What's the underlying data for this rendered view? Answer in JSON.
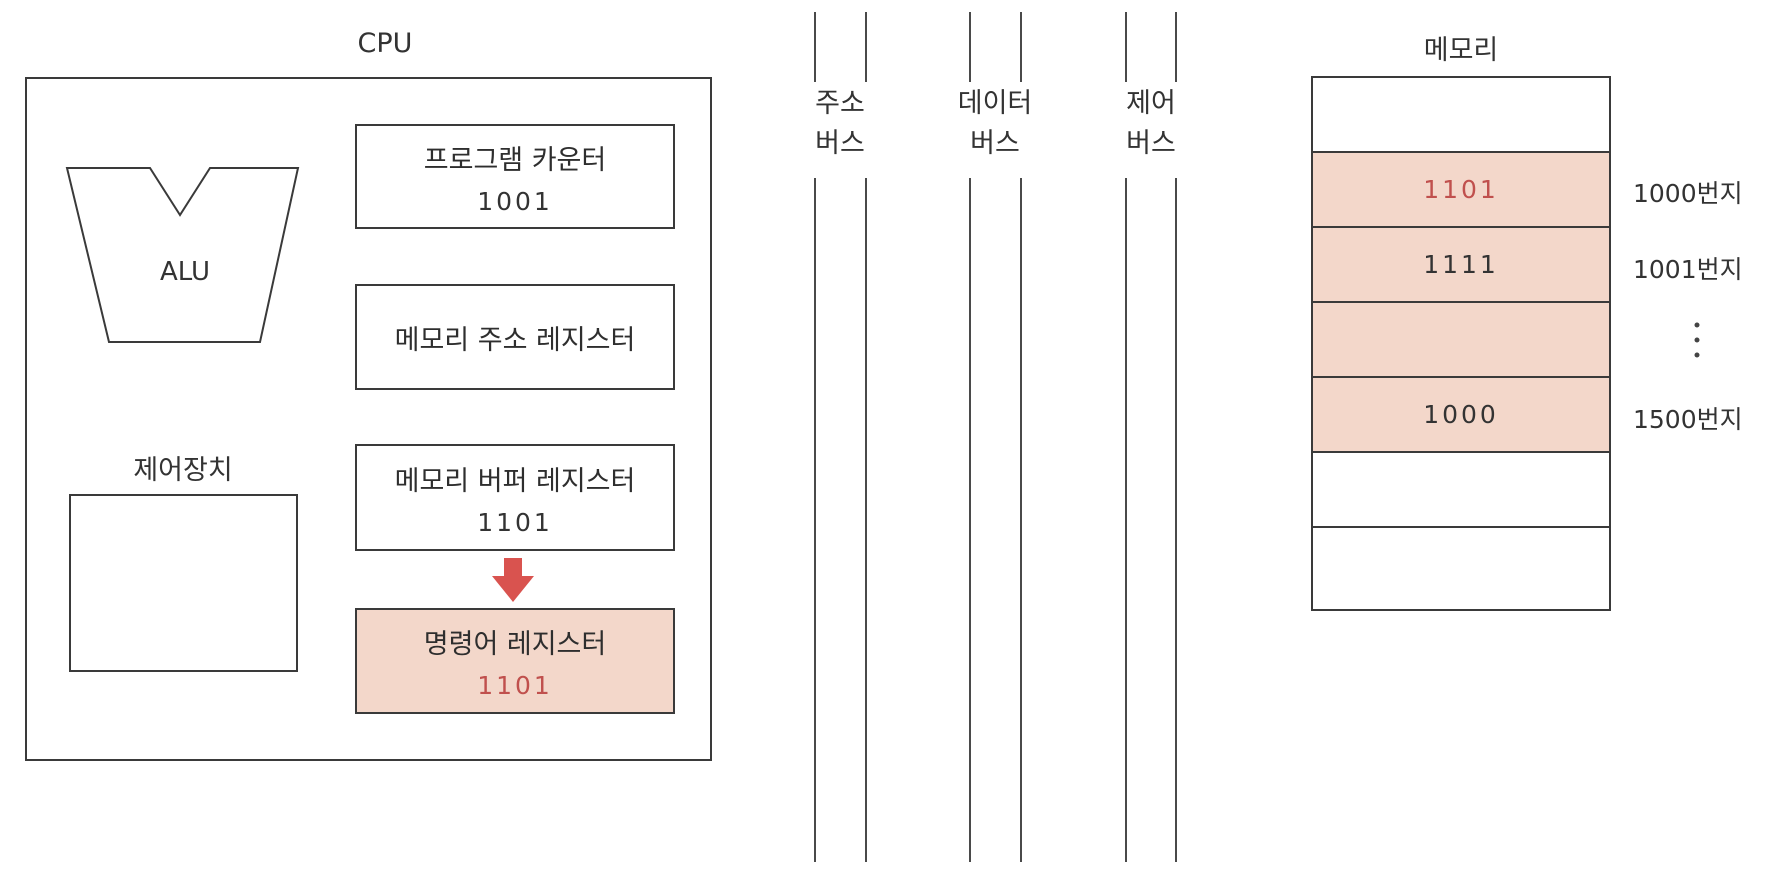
{
  "cpu": {
    "title": "CPU",
    "alu_label": "ALU",
    "control_unit_label": "제어장치",
    "registers": [
      {
        "name": "프로그램 카운터",
        "value": "1001"
      },
      {
        "name": "메모리 주소 레지스터",
        "value": ""
      },
      {
        "name": "메모리 버퍼 레지스터",
        "value": "1101"
      },
      {
        "name": "명령어 레지스터",
        "value": "1101"
      }
    ]
  },
  "buses": [
    {
      "line1": "주소",
      "line2": "버스"
    },
    {
      "line1": "데이터",
      "line2": "버스"
    },
    {
      "line1": "제어",
      "line2": "버스"
    }
  ],
  "memory": {
    "title": "메모리",
    "cells": [
      "",
      "1101",
      "1111",
      "",
      "1000",
      "",
      ""
    ],
    "addresses": [
      "1000번지",
      "1001번지",
      "⋮",
      "1500번지"
    ]
  },
  "colors": {
    "highlight": "#f3d7ca",
    "accent_red": "#c0504d",
    "line": "#3a3a3a"
  }
}
